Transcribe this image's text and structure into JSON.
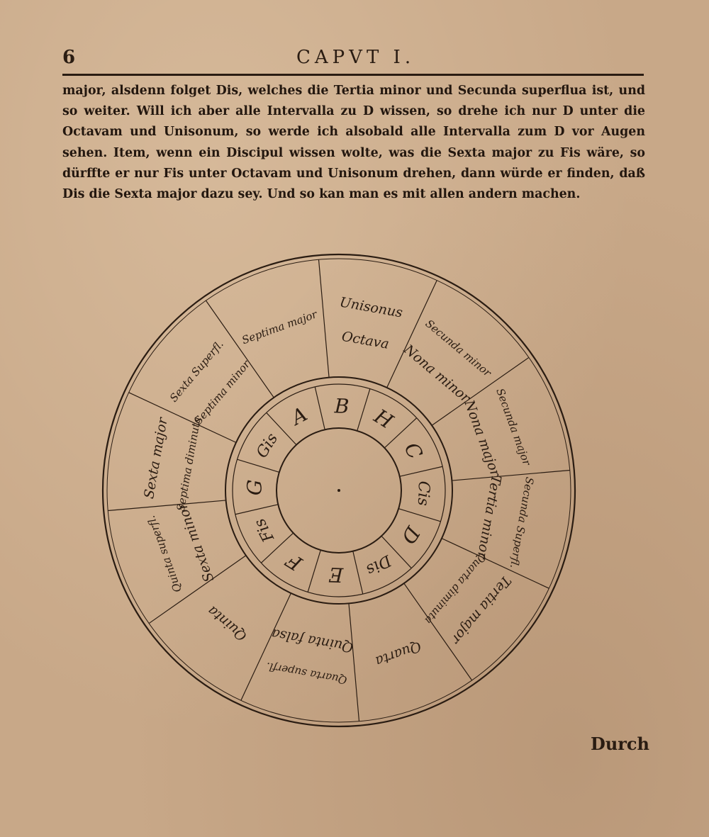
{
  "header": {
    "page_number": "6",
    "running_head": "CAPVT I."
  },
  "body_text": "major, alsdenn folget Dis, welches die Tertia minor und Secunda superflua ist, und so weiter. Will ich aber alle Intervalla zu D wissen, so drehe ich nur D unter die Octavam und Unisonum, so werde ich alsobald alle Intervalla zum D vor Augen sehen. Item, wenn ein Discipul wissen wolte, was die Sexta major zu Fis wäre, so dürffte er nur Fis unter Octavam und Unisonum drehen, dann würde er finden, daß Dis die Sexta major dazu sey. Und so kan man es mit allen andern machen.",
  "wheel": {
    "inner_notes": [
      "B",
      "H",
      "C",
      "Cis",
      "D",
      "Dis",
      "E",
      "F",
      "Fis",
      "G",
      "Gis",
      "A"
    ],
    "outer_intervals": [
      {
        "line1": "Unisonus",
        "line2": "Octava"
      },
      {
        "line1": "Secunda minor",
        "line2": "Nona minor"
      },
      {
        "line1": "Secunda major",
        "line2": "Nona major"
      },
      {
        "line1": "Secunda Superfl.",
        "line2": "Tertia minor"
      },
      {
        "line1": "Tertia major",
        "line2": "Quarta diminuta"
      },
      {
        "line1": "Quarta",
        "line2": ""
      },
      {
        "line1": "Quarta superfl.",
        "line2": "Quinta falsa"
      },
      {
        "line1": "Quinta",
        "line2": ""
      },
      {
        "line1": "Quinta superfl.",
        "line2": "Sexta minor"
      },
      {
        "line1": "Sexta major",
        "line2": "Septima diminuta"
      },
      {
        "line1": "Sexta Superfl.",
        "line2": "Septima minor"
      },
      {
        "line1": "Septima major",
        "line2": ""
      }
    ]
  },
  "catchword": "Durch"
}
